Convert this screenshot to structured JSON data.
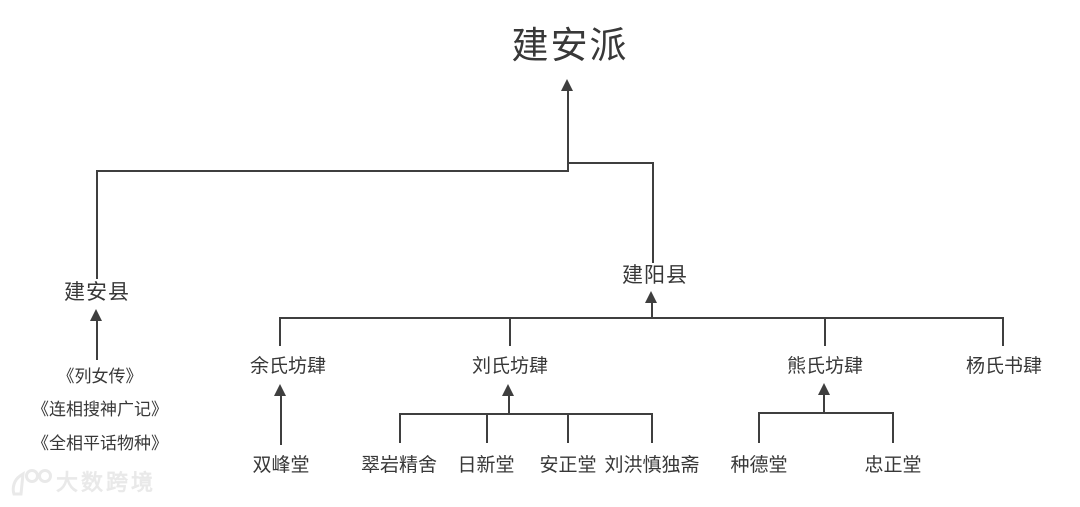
{
  "diagram": {
    "root": "建安派",
    "counties": {
      "jianan": "建安县",
      "jianyang": "建阳县"
    },
    "books": [
      "《列女传》",
      "《连相搜神广记》",
      "《全相平话物种》"
    ],
    "workshops": [
      "余氏坊肆",
      "刘氏坊肆",
      "熊氏坊肆",
      "杨氏书肆"
    ],
    "halls": {
      "yu": [
        "双峰堂"
      ],
      "liu": [
        "翠岩精舍",
        "日新堂",
        "安正堂",
        "刘洪慎独斋"
      ],
      "xiong": [
        "种德堂",
        "忠正堂"
      ]
    }
  },
  "watermark": {
    "logo": "100",
    "brand": "大数跨境"
  },
  "colors": {
    "line": "#3f3f3f",
    "text": "#383838",
    "background": "#ffffff",
    "watermark": "#e9e9e9"
  }
}
